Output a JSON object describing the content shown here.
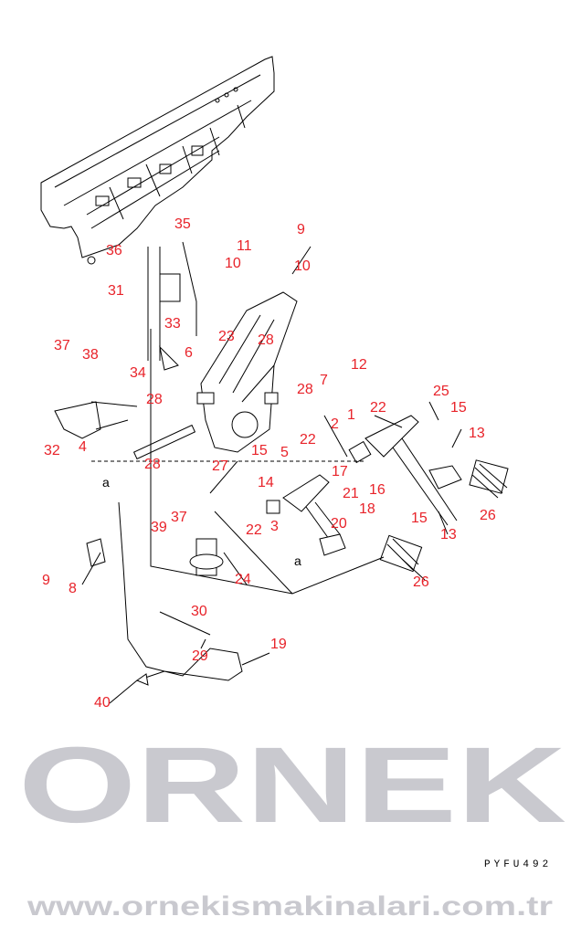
{
  "watermark": {
    "brand": "ORNEK",
    "url": "www.ornekismakinalari.com.tr"
  },
  "drawing_code": "PYFU492",
  "reference_letters": [
    "a",
    "a"
  ],
  "callouts": [
    "35",
    "36",
    "9",
    "11",
    "10",
    "10",
    "31",
    "33",
    "23",
    "6",
    "28",
    "37",
    "38",
    "34",
    "12",
    "7",
    "28",
    "28",
    "1",
    "22",
    "25",
    "15",
    "2",
    "22",
    "13",
    "32",
    "4",
    "15",
    "5",
    "28",
    "27",
    "17",
    "14",
    "16",
    "21",
    "20",
    "18",
    "15",
    "26",
    "39",
    "37",
    "22",
    "3",
    "13",
    "9",
    "8",
    "24",
    "26",
    "30",
    "29",
    "19",
    "40"
  ],
  "colors": {
    "callout": "#e8232a",
    "watermark": "#c9c9cf"
  }
}
